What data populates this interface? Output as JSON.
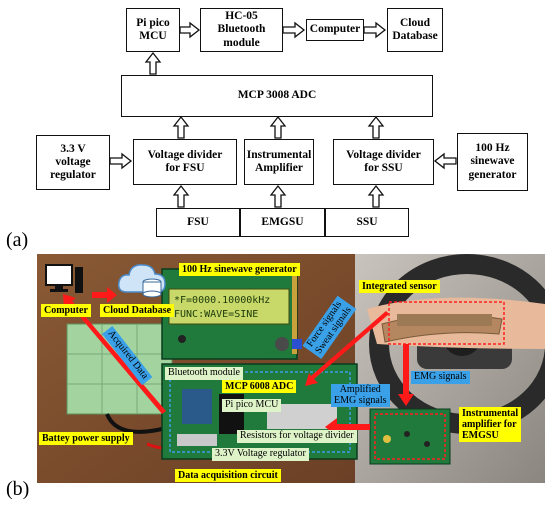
{
  "panel_labels": {
    "a": "(a)",
    "b": "(b)"
  },
  "diagram": {
    "blocks": {
      "pico": "Pi pico\nMCU",
      "hc05": "HC-05\nBluetooth\nmodule",
      "computer": "Computer",
      "cloud": "Cloud\nDatabase",
      "adc": "MCP 3008 ADC",
      "regulator": "3.3 V\nvoltage\nregulator",
      "vd_fsu": "Voltage divider\nfor FSU",
      "amp": "Instrumental\nAmplifier",
      "vd_ssu": "Voltage divider\nfor SSU",
      "sine": "100 Hz\nsinewave\ngenerator",
      "fsu": "FSU",
      "emgsu": "EMGSU",
      "ssu": "SSU"
    }
  },
  "photo": {
    "lcd_lines": [
      "*F=0000.10000kHz",
      "FUNC:WAVE=SINE"
    ],
    "labels": {
      "sine_gen": "100 Hz sinewave generator",
      "computer": "Computer",
      "cloud_db": "Cloud Database",
      "acquired": "Acquired Data",
      "bluetooth": "Bluetooth module",
      "mcp6008": "MCP 6008 ADC",
      "pico": "Pi pico MCU",
      "resistors": "Resistors for voltage divider",
      "regulator": "3.3V Voltage regulator",
      "battery": "Battey power supply",
      "daq": "Data acquisition circuit",
      "integrated": "Integrated sensor",
      "force_sweat": "Force signals\nSweat signals",
      "amplified": "Amplified\nEMG signals",
      "emg": "EMG signals",
      "inst_amp": "Instrumental\namplifier for\nEMGSU"
    }
  },
  "colors": {
    "yellow_label": "#ffff00",
    "blue_label": "#3aa0e8",
    "red_arrow": "#ff1a1a",
    "pcb_green": "#1f7a3c"
  }
}
